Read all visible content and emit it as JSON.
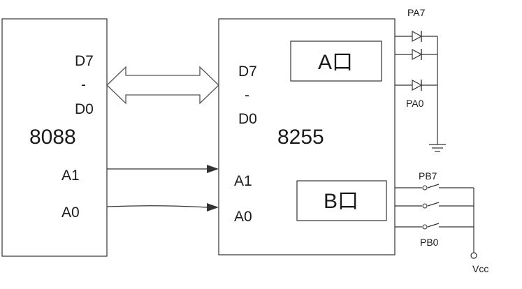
{
  "cpu": {
    "name": "8088",
    "pins": {
      "d_high": "D7",
      "dash": "-",
      "d_low": "D0",
      "a1": "A1",
      "a0": "A0"
    }
  },
  "ppi": {
    "name": "8255",
    "pins": {
      "d_high": "D7",
      "dash": "-",
      "d_low": "D0",
      "a1": "A1",
      "a0": "A0"
    },
    "port_a": "A口",
    "port_b": "B口"
  },
  "port_a_bits": {
    "high": "PA7",
    "low": "PA0"
  },
  "port_b_bits": {
    "high": "PB7",
    "low": "PB0"
  },
  "supply": "Vcc"
}
